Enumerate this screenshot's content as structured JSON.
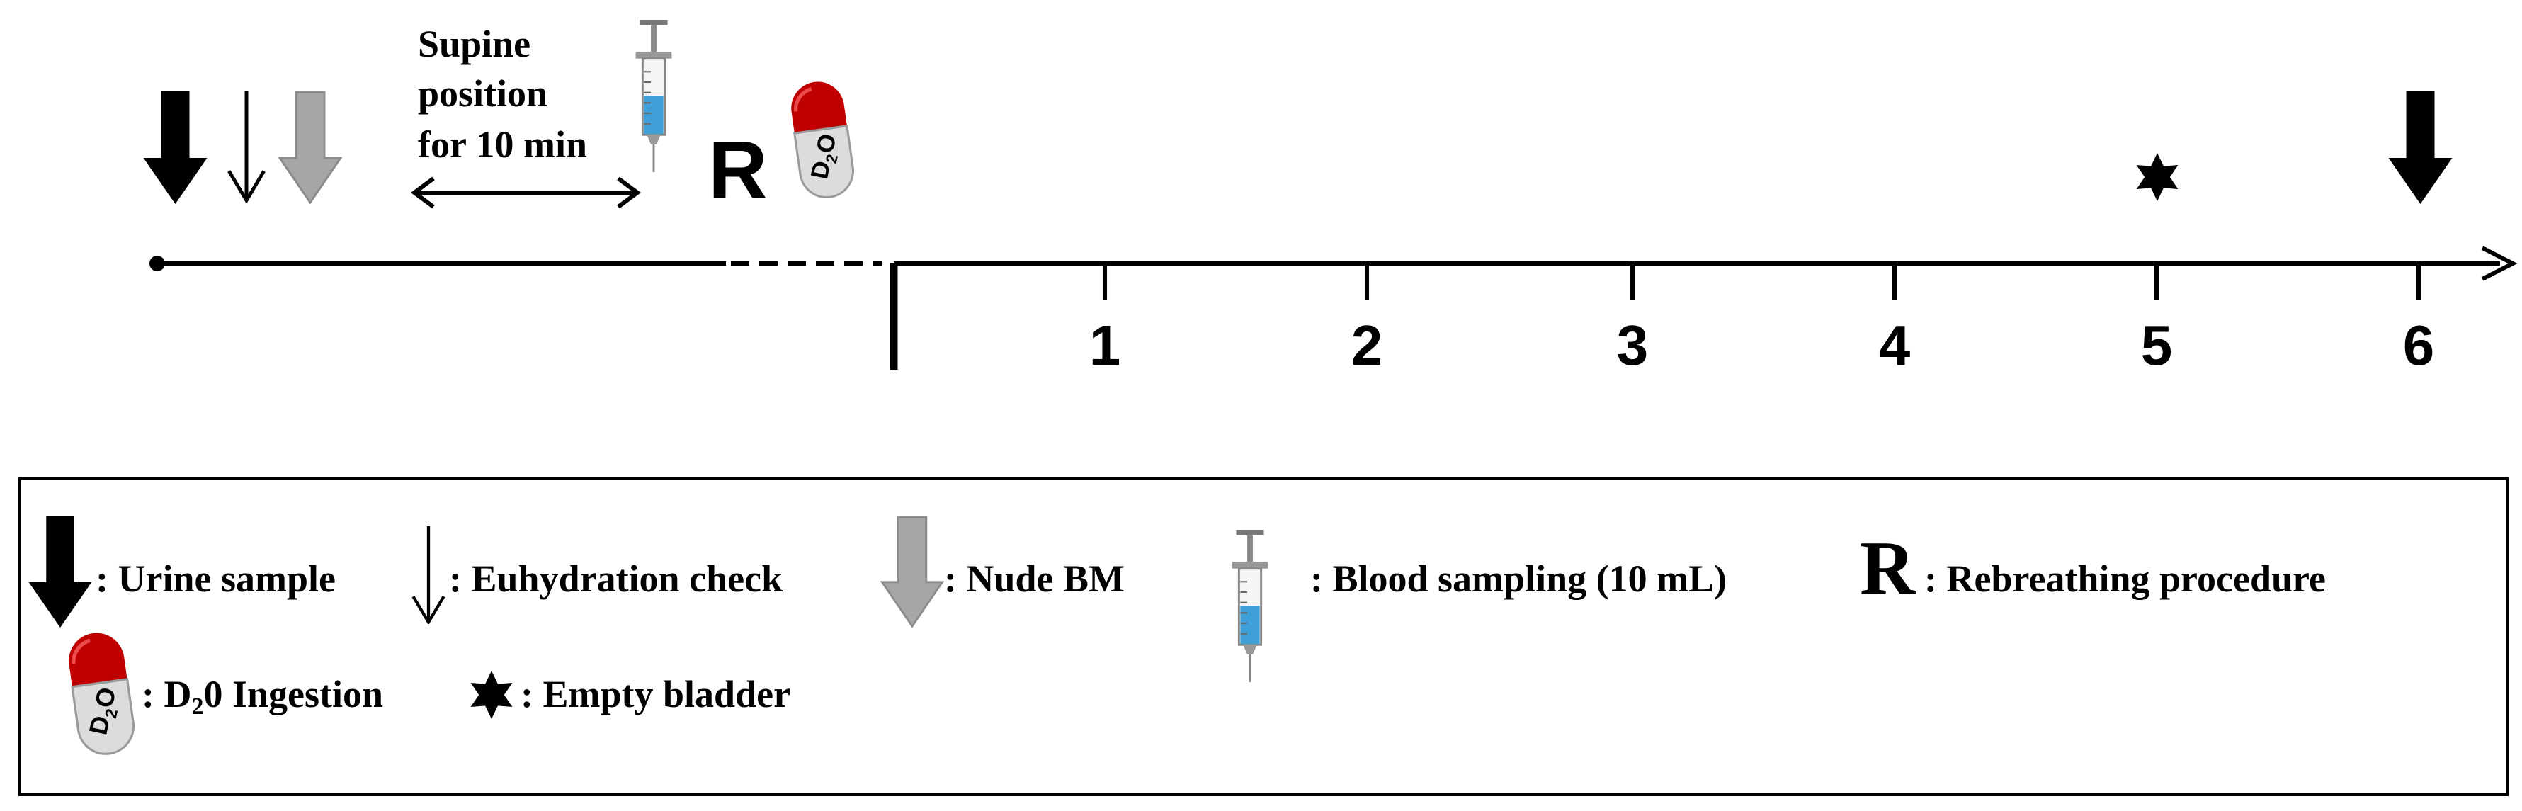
{
  "timeline": {
    "supine_label": [
      "Supine",
      "position",
      "for 10 min"
    ],
    "rebreathing_marker": "R",
    "d2o_label": "D2O",
    "ticks": [
      "1",
      "2",
      "3",
      "4",
      "5",
      "6"
    ]
  },
  "legend": {
    "urine_sample": ": Urine sample",
    "euhydration_check": ": Euhydration check",
    "nude_bm": ": Nude BM",
    "blood_sampling": ": Blood sampling (10 mL)",
    "rebreathing_symbol": "R",
    "rebreathing_procedure": ": Rebreathing procedure",
    "d2o_ingestion_prefix": ": D",
    "d2o_ingestion_sub": "2",
    "d2o_ingestion_suffix": "0 Ingestion",
    "empty_bladder": ": Empty bladder"
  },
  "colors": {
    "line": "#000000",
    "gray_arrow_fill": "#a6a6a6",
    "gray_arrow_stroke": "#8c8c8c",
    "syringe_fluid": "#3f9fd8",
    "cap_red": "#c00000",
    "capsule_body": "#dcdcdc"
  },
  "icons": [
    "black-down-arrow-icon",
    "thin-down-arrow-icon",
    "gray-down-arrow-icon",
    "syringe-icon",
    "d2o-capsule-icon",
    "star-icon",
    "double-arrow-icon"
  ]
}
